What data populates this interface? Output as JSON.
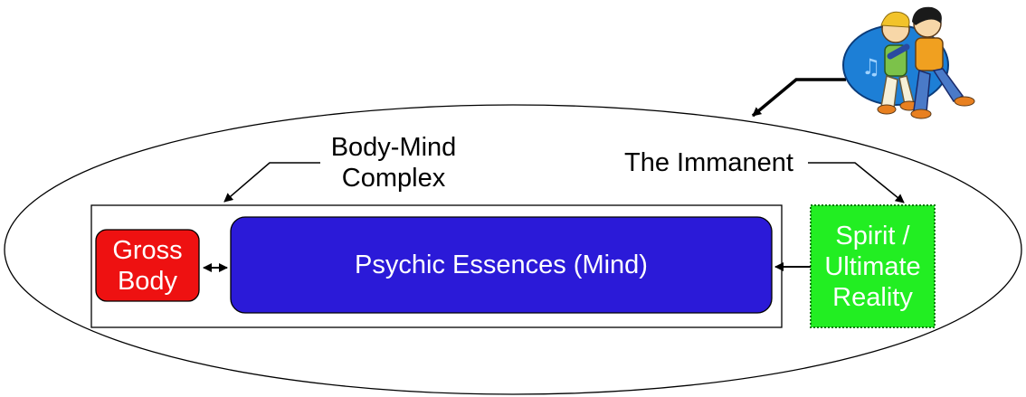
{
  "labels": {
    "body_mind_line1": "Body-Mind",
    "body_mind_line2": "Complex",
    "immanent": "The Immanent"
  },
  "boxes": {
    "gross_body_line1": "Gross",
    "gross_body_line2": "Body",
    "psychic": "Psychic Essences (Mind)",
    "spirit_line1": "Spirit /",
    "spirit_line2": "Ultimate",
    "spirit_line3": "Reality"
  },
  "colors": {
    "gross_body_fill": "#ee1111",
    "psychic_fill": "#2b1ad8",
    "spirit_fill": "#22ee22",
    "stroke": "#000000",
    "box_text": "#ffffff"
  }
}
